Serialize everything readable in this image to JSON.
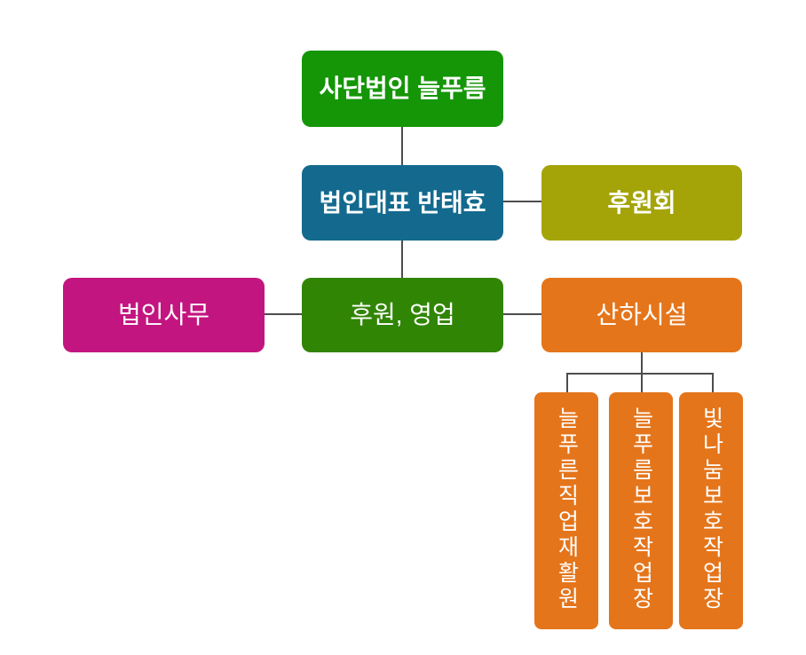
{
  "colors": {
    "background": "#ffffff",
    "connector": "#4d4d4d",
    "node_text": "#ffffff",
    "root_green": "#149606",
    "ceo_teal": "#146a8e",
    "supporters_olive": "#a4a409",
    "office_magenta": "#c31580",
    "ops_dark_green": "#318505",
    "facilities_orange": "#e4751b"
  },
  "org_chart": {
    "root": {
      "label": "사단법인 늘푸름"
    },
    "ceo": {
      "label": "법인대표 반태효"
    },
    "supporters": {
      "label": "후원회"
    },
    "corporate_office": {
      "label": "법인사무"
    },
    "sponsorship_sales": {
      "label": "후원, 영업"
    },
    "affiliated_facilities": {
      "label": "산하시설"
    },
    "facilities": [
      {
        "label": "늘푸른직업재활원"
      },
      {
        "label": "늘푸름보호작업장"
      },
      {
        "label": "빛나눔보호작업장"
      }
    ]
  }
}
